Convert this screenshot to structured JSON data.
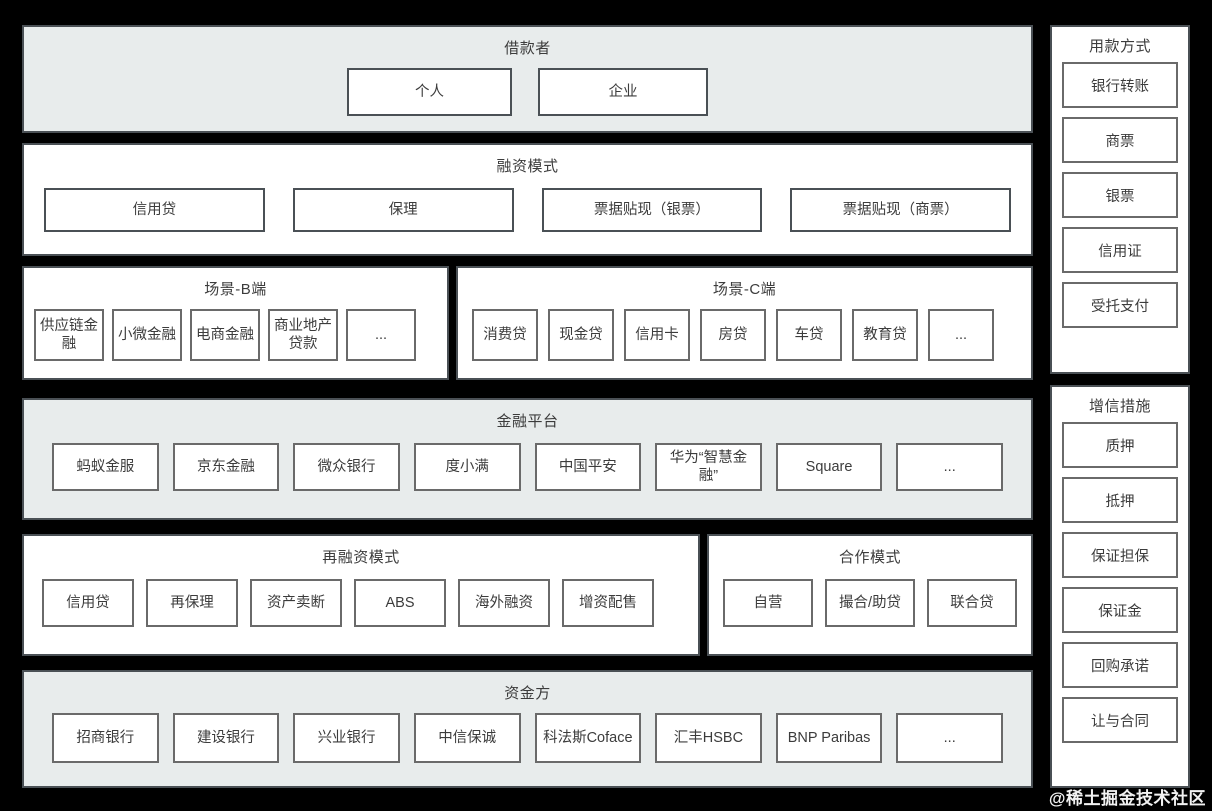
{
  "diagram": {
    "watermark": "@稀土掘金技术社区",
    "sections": {
      "borrower": {
        "title": "借款者",
        "items": [
          "个人",
          "企业"
        ]
      },
      "financing_mode": {
        "title": "融资模式",
        "items": [
          "信用贷",
          "保理",
          "票据贴现（银票）",
          "票据贴现（商票）"
        ]
      },
      "scenario_b": {
        "title": "场景-B端",
        "items": [
          "供应链金融",
          "小微金融",
          "电商金融",
          "商业地产贷款",
          "..."
        ]
      },
      "scenario_c": {
        "title": "场景-C端",
        "items": [
          "消费贷",
          "现金贷",
          "信用卡",
          "房贷",
          "车贷",
          "教育贷",
          "..."
        ]
      },
      "platform": {
        "title": "金融平台",
        "items": [
          "蚂蚁金服",
          "京东金融",
          "微众银行",
          "度小满",
          "中国平安",
          "华为“智慧金融”",
          "Square",
          "..."
        ]
      },
      "refinancing": {
        "title": "再融资模式",
        "items": [
          "信用贷",
          "再保理",
          "资产卖断",
          "ABS",
          "海外融资",
          "增资配售"
        ]
      },
      "cooperation": {
        "title": "合作模式",
        "items": [
          "自营",
          "撮合/助贷",
          "联合贷"
        ]
      },
      "funder": {
        "title": "资金方",
        "items": [
          "招商银行",
          "建设银行",
          "兴业银行",
          "中信保诚",
          "科法斯Coface",
          "汇丰HSBC",
          "BNP Paribas",
          "..."
        ]
      },
      "disbursement": {
        "title": "用款方式",
        "items": [
          "银行转账",
          "商票",
          "银票",
          "信用证",
          "受托支付"
        ]
      },
      "credit_enhancement": {
        "title": "增信措施",
        "items": [
          "质押",
          "抵押",
          "保证担保",
          "保证金",
          "回购承诺",
          "让与合同"
        ]
      }
    }
  }
}
